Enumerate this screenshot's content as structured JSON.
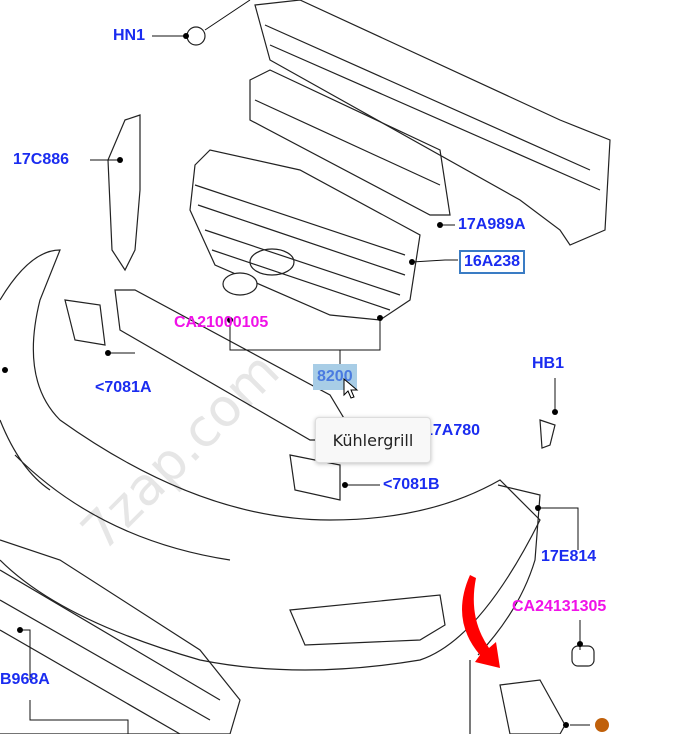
{
  "watermark": "7zap.com",
  "labels": {
    "hn1": "HN1",
    "c17c886": "17C886",
    "c17a989a": "17A989A",
    "c16a238": "16A238",
    "ca21000105": "CA21000105",
    "c7081a": "<7081A",
    "c8200": "8200",
    "hb1": "HB1",
    "c17a780": "17A780",
    "c7081b": "<7081B",
    "c17e814": "17E814",
    "ca24131305": "CA24131305",
    "b968a": "B968A"
  },
  "tooltip": "Kühlergrill",
  "colors": {
    "part_label": "#1a2cf0",
    "accessory_label": "#f012e8",
    "highlight": "#a8cde6",
    "arrow": "#ff0000",
    "dot": "#c0600a"
  }
}
